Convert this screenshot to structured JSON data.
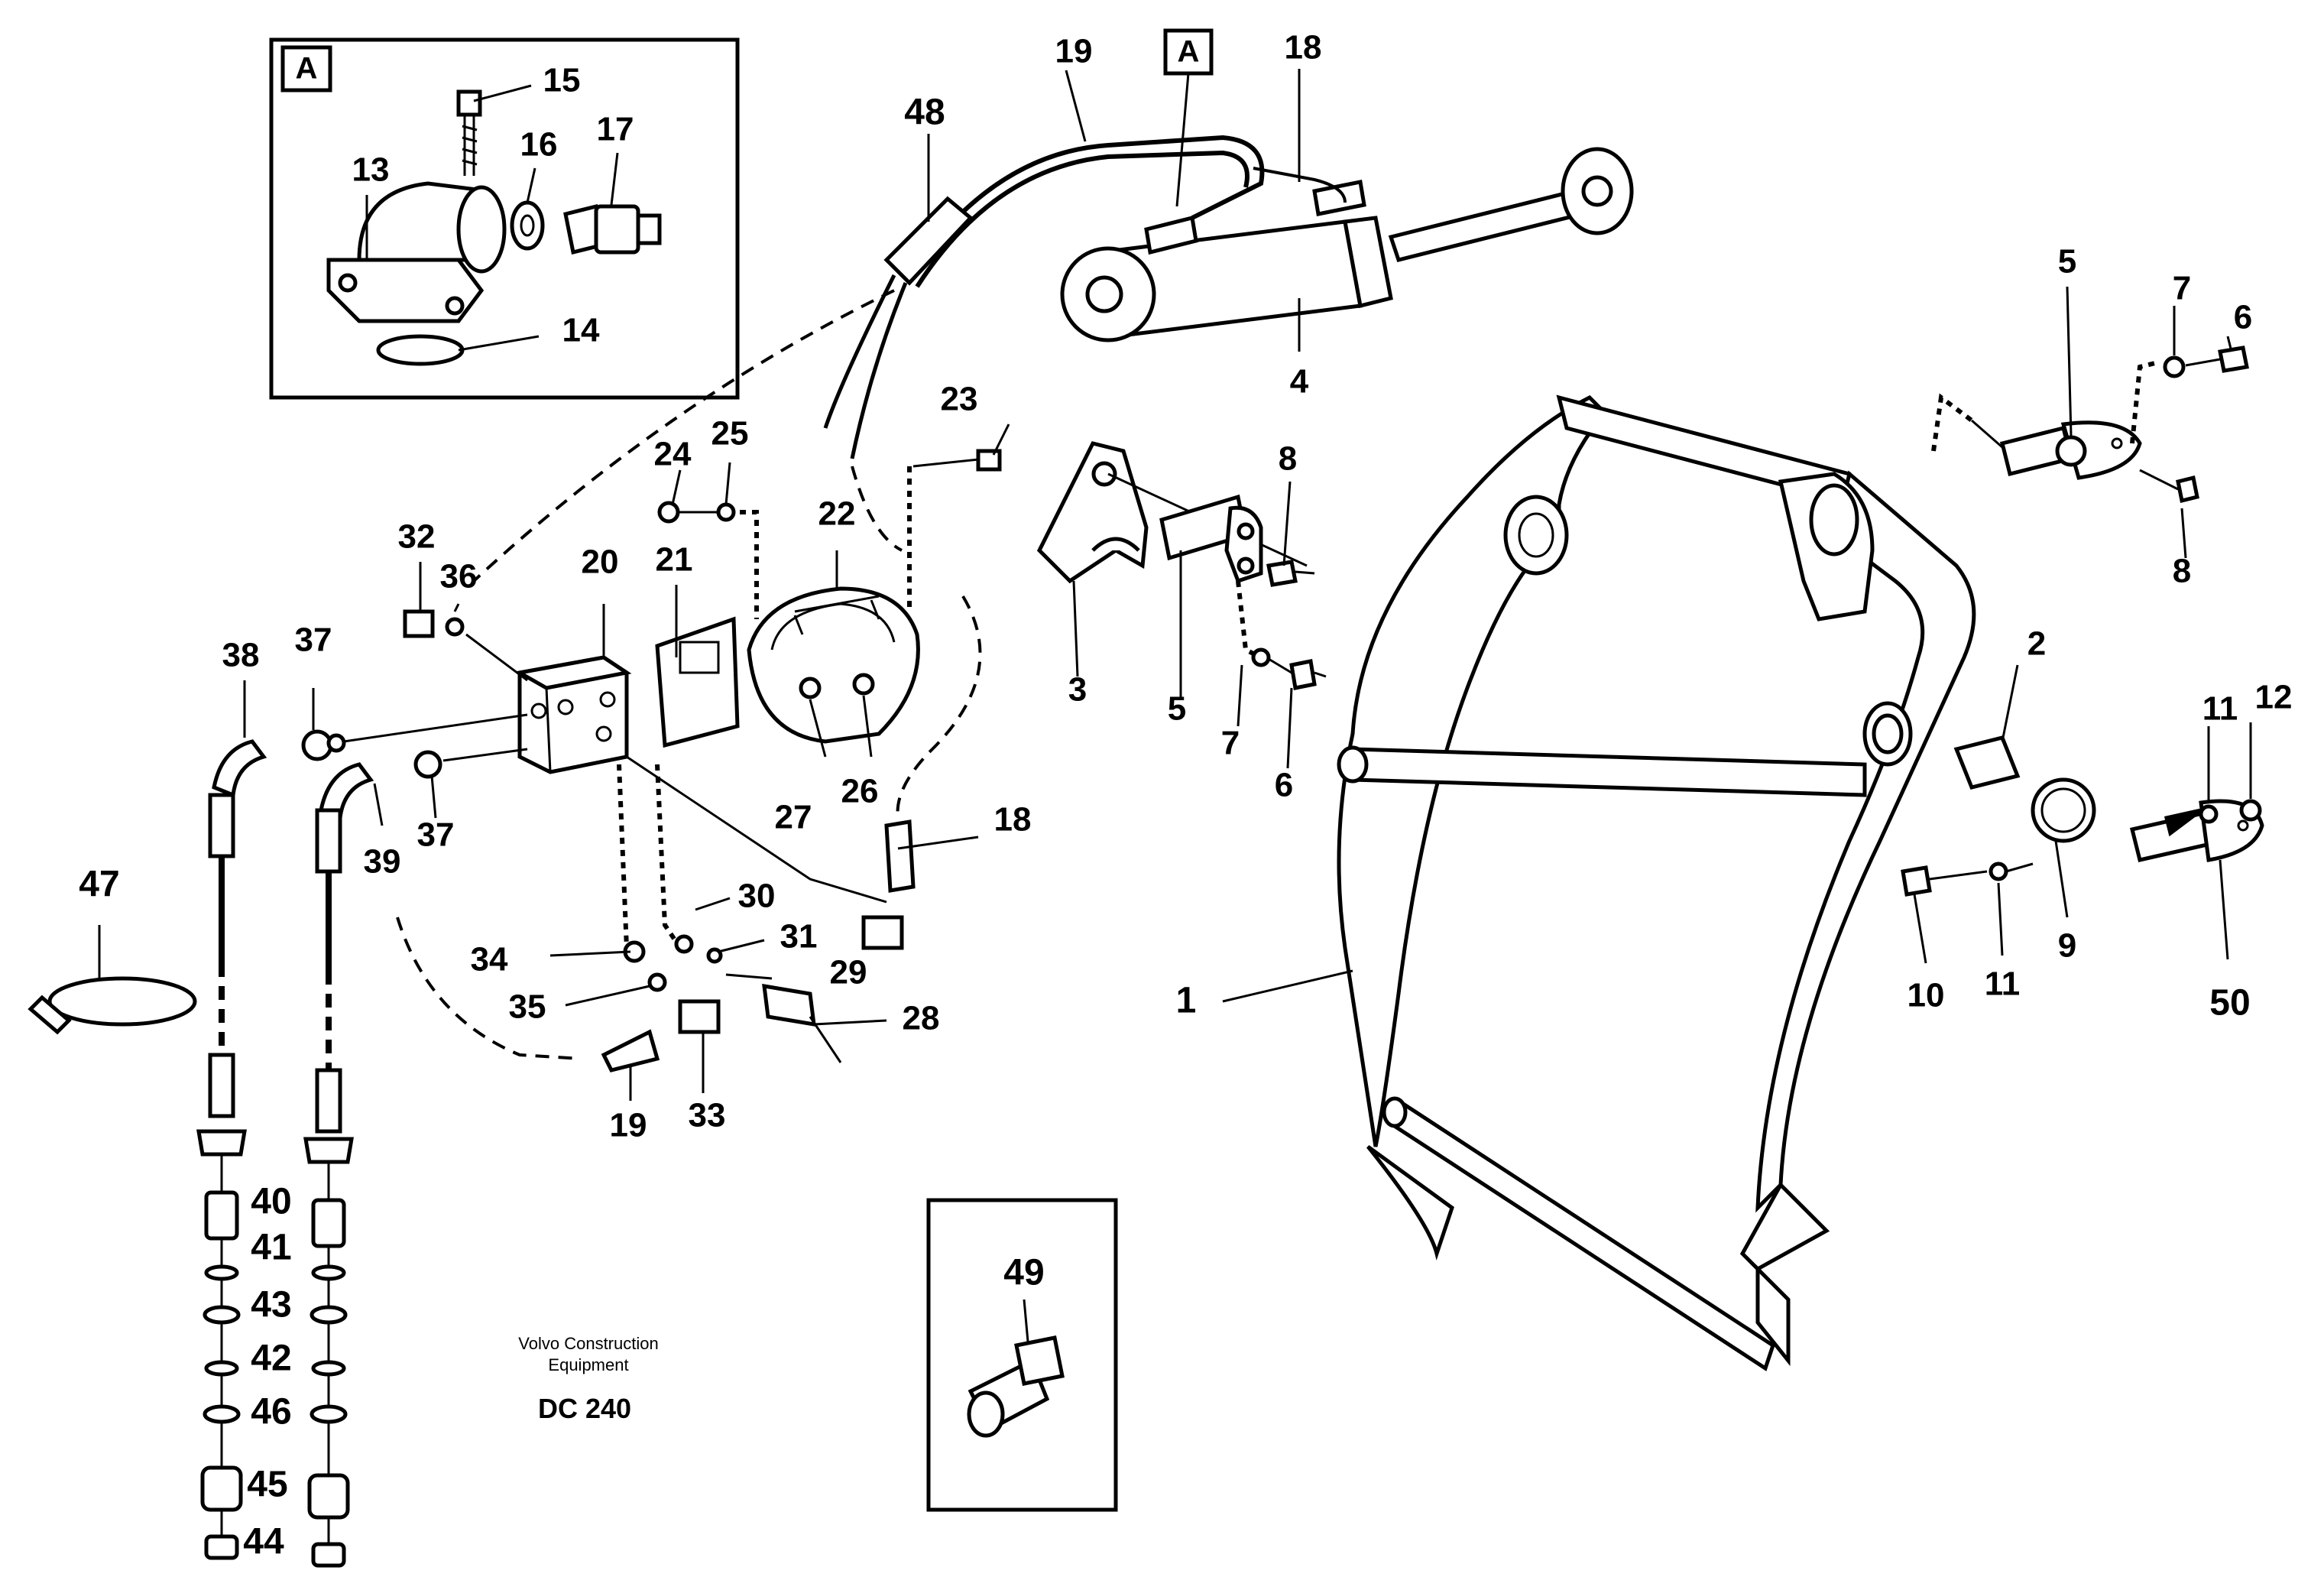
{
  "callouts": {
    "c1": "1",
    "c2": "2",
    "c3": "3",
    "c4": "4",
    "c5a": "5",
    "c5b": "5",
    "c6a": "6",
    "c6b": "6",
    "c7a": "7",
    "c7b": "7",
    "c8a": "8",
    "c8b": "8",
    "c9": "9",
    "c10": "10",
    "c11a": "11",
    "c11b": "11",
    "c12": "12",
    "c13": "13",
    "c14": "14",
    "c15": "15",
    "c16": "16",
    "c17": "17",
    "c18a": "18",
    "c18b": "18",
    "c19a": "19",
    "c19b": "19",
    "c20": "20",
    "c21": "21",
    "c22": "22",
    "c23": "23",
    "c24": "24",
    "c25": "25",
    "c26": "26",
    "c27": "27",
    "c28": "28",
    "c29": "29",
    "c30": "30",
    "c31": "31",
    "c32": "32",
    "c33": "33",
    "c34": "34",
    "c35": "35",
    "c36": "36",
    "c37a": "37",
    "c37b": "37",
    "c38": "38",
    "c39": "39",
    "c40": "40",
    "c41": "41",
    "c42": "42",
    "c43": "43",
    "c44": "44",
    "c45": "45",
    "c46": "46",
    "c47": "47",
    "c48": "48",
    "c49": "49",
    "c50": "50"
  },
  "detail_markers": {
    "inset_marker": "A",
    "cylinder_marker": "A"
  },
  "footer": {
    "company_line1": "Volvo Construction",
    "company_line2": "Equipment",
    "code": "DC 240"
  }
}
